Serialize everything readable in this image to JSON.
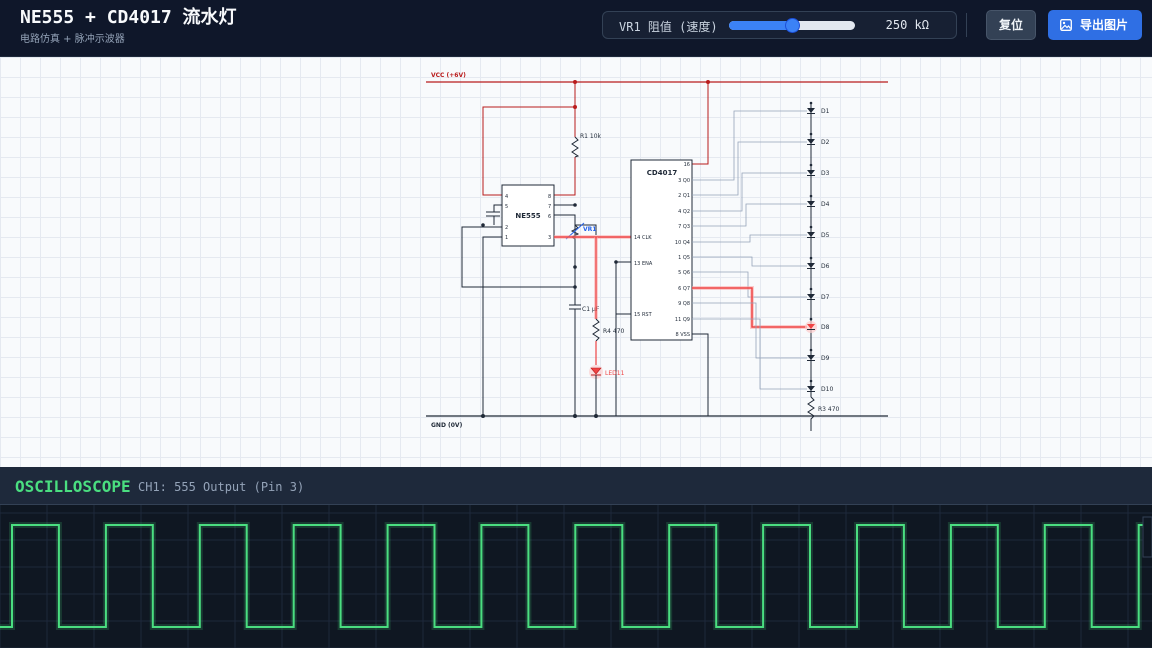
{
  "header": {
    "title": "NE555 + CD4017 流水灯",
    "subtitle": "电路仿真 + 脉冲示波器"
  },
  "vr_control": {
    "label": "VR1 阻值 (速度)",
    "value_text": "250 kΩ",
    "fraction": 0.5
  },
  "buttons": {
    "reset": "复位",
    "export": "导出图片",
    "export_icon": "image-icon"
  },
  "schematic": {
    "vcc_label": "VCC (+6V)",
    "gnd_label": "GND (0V)",
    "r1_label": "R1 10k",
    "vr1_label": "VR1",
    "c1_label": "C1  μF",
    "r4_label": "R4 470",
    "led11_label": "LED11",
    "r3_label": "R3 470",
    "ne555": {
      "name": "NE555",
      "pins_left": [
        "4",
        "5",
        "2",
        "1"
      ],
      "pins_right": [
        "8",
        "7",
        "6",
        "3"
      ]
    },
    "cd4017": {
      "name": "CD4017",
      "left_pins": [
        "14 CLK",
        "13 ENA",
        "15 RST"
      ],
      "right_pins": [
        "16",
        "3 Q0",
        "2 Q1",
        "4 Q2",
        "7 Q3",
        "10 Q4",
        "1 Q5",
        "5 Q6",
        "6 Q7",
        "9 Q8",
        "11 Q9",
        "8 VSS"
      ]
    },
    "leds": [
      "D1",
      "D2",
      "D3",
      "D4",
      "D5",
      "D6",
      "D7",
      "D8",
      "D9",
      "D10"
    ],
    "active_led": "D8",
    "colors": {
      "vcc_wire": "#b91c1c",
      "active_signal": "#ef4444",
      "wire": "#1f2937",
      "inactive_output": "#94a3b8",
      "vr_accent": "#2563eb"
    }
  },
  "oscilloscope": {
    "title": "OSCILLOSCOPE",
    "channel": "CH1: 555 Output (Pin 3)",
    "trace_color": "#4ade80",
    "period_fraction": 0.0815,
    "duty_cycle": 0.5
  }
}
